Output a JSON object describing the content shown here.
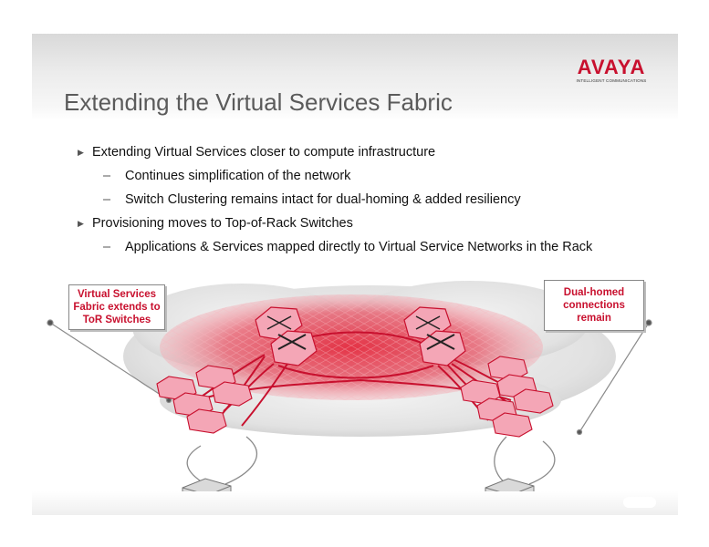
{
  "slide": {
    "title": "Extending the Virtual Services Fabric",
    "logo": {
      "wordmark": "AVAYA",
      "tagline": "INTELLIGENT COMMUNICATIONS"
    },
    "bullets": [
      {
        "text": "Extending Virtual Services closer to compute infrastructure",
        "sub": [
          "Continues simplification of the network",
          "Switch Clustering remains intact for dual-homing & added resiliency"
        ]
      },
      {
        "text": "Provisioning moves to Top-of-Rack Switches",
        "sub": [
          "Applications & Services mapped directly to Virtual Service Networks in the Rack"
        ]
      }
    ]
  },
  "diagram": {
    "callouts": {
      "left": {
        "line1": "Virtual Services",
        "line2": "Fabric extends to",
        "line3": "ToR Switches"
      },
      "right": {
        "line1": "Dual-homed",
        "line2": "connections",
        "line3": "remain"
      }
    },
    "colors": {
      "switch_fill": "#f4a6b6",
      "switch_edge": "#c8102e",
      "fabric_core": "#d4102a",
      "cloud": "#e4e4e4",
      "server": "#c9c9c9"
    },
    "icons": {
      "core_switch": "core-switch-icon",
      "tor_switch": "tor-switch-icon",
      "server": "server-icon",
      "cloud": "cloud-icon"
    }
  }
}
